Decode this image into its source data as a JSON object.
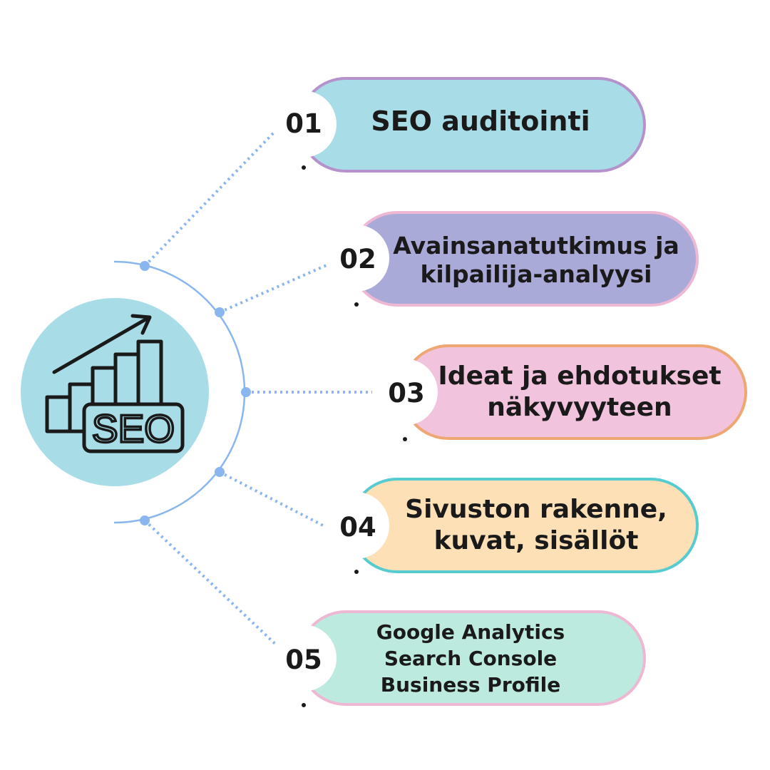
{
  "icon": {
    "label": "SEO",
    "name": "seo-growth-chart-icon"
  },
  "colors": {
    "icon_circle": "#a8dde8",
    "connector": "#8ab6f0",
    "text": "#1a1a1a"
  },
  "steps": [
    {
      "number": "01",
      "label": "SEO auditointi",
      "fill": "#a8dde8",
      "border": "#b592cc"
    },
    {
      "number": "02",
      "label": "Avainsanatutkimus ja\nkilpailija-analyysi",
      "fill": "#aaaad9",
      "border": "#eeb7d3"
    },
    {
      "number": "03",
      "label": "Ideat ja ehdotukset\nnäkyvyyteen",
      "fill": "#f2c3dc",
      "border": "#eea773"
    },
    {
      "number": "04",
      "label": "Sivuston rakenne,\nkuvat, sisällöt",
      "fill": "#fde0b5",
      "border": "#56ccd0"
    },
    {
      "number": "05",
      "label": "Google Analytics\nSearch Console\nBusiness Profile",
      "fill": "#bdeade",
      "border": "#eeb7d3"
    }
  ]
}
